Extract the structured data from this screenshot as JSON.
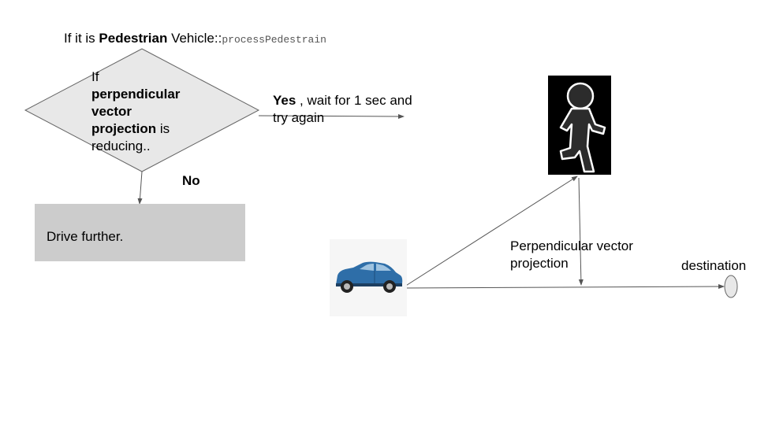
{
  "title": {
    "prefix": "If it is ",
    "bold": "Pedestrian",
    "middle": " Vehicle::",
    "code": "processPedestrain"
  },
  "decision": {
    "line1": "If",
    "line2": "perpendicular",
    "line3": "vector",
    "line4_bold": "projection",
    "line4_rest": " is",
    "line5": "reducing.."
  },
  "yes_branch": {
    "bold": "Yes",
    "rest": " , wait for 1 sec and",
    "line2": "try again"
  },
  "no_label": "No",
  "action_box": "Drive further.",
  "projection_label": {
    "line1": "Perpendicular vector",
    "line2": "projection"
  },
  "destination_label": "destination",
  "icons": {
    "vehicle": "car-icon",
    "pedestrian": "pedestrian-icon"
  },
  "colors": {
    "diamond_fill": "#e8e8e8",
    "box_fill": "#cccccc",
    "car_body": "#2e6ea8",
    "line": "#555555"
  }
}
